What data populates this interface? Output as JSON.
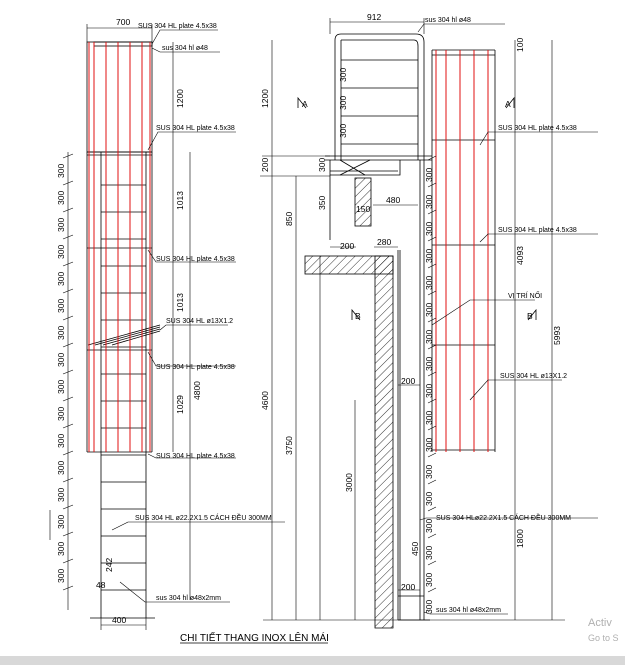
{
  "colors": {
    "line": "#000000",
    "rail": "#e01010",
    "dim": "#222222",
    "watermark": "#b0b0b0",
    "bottom_bar": "#d8d8d8"
  },
  "title": "CHI TIẾT THANG INOX LÊN MÁI",
  "watermark": {
    "line1": "Activ",
    "line2": "Go to S"
  },
  "labels": {
    "top_bar": "sus 304 hl ø48",
    "plate_1": "SUS 304 HL plate 4.5x38",
    "plate_2": "SUS 304 HL plate 4.5x38",
    "plate_3": "SUS 304 HL plate 4.5x38",
    "plate_4": "SUS 304 HL plate 4.5x38",
    "rod_left": "SUS 304 HL ø13X1.2",
    "rung_left": "SUS 304 HL ø22.2X1.5 CÁCH ĐỀU 300MM",
    "base_left": "sus 304 hl ø48x2mm",
    "plate_r1": "SUS 304 HL plate 4.5x38",
    "plate_r2": "SUS 304 HL plate 4.5x38",
    "vi_tri_noi": "VỊ TRÍ NỐI",
    "rod_right": "SUS 304 HL ø13X1.2",
    "rung_right": "SUS 304 HLø22.2X1.5 CÁCH ĐỀU 300MM",
    "base_right": "sus 304 hl ø48x2mm",
    "section_a": "A",
    "section_b": "B"
  },
  "dims": {
    "w700": "700",
    "w400": "400",
    "d48": "48",
    "d242": "242",
    "v1200": "1200",
    "v1013a": "1013",
    "v1013b": "1013",
    "v1029": "1029",
    "v4800": "4800",
    "p300": "300",
    "w912": "912",
    "v1200r": "1200",
    "v200": "200",
    "v850": "850",
    "v4600": "4600",
    "v3750": "3750",
    "v3000": "3000",
    "w480": "480",
    "w150": "150",
    "w280": "280",
    "w200": "200",
    "v350": "350",
    "v300r": "300",
    "v100": "100",
    "v4093": "4093",
    "v5993": "5993",
    "v1800": "1800",
    "w200b": "200",
    "w200c": "200",
    "v450": "450"
  }
}
